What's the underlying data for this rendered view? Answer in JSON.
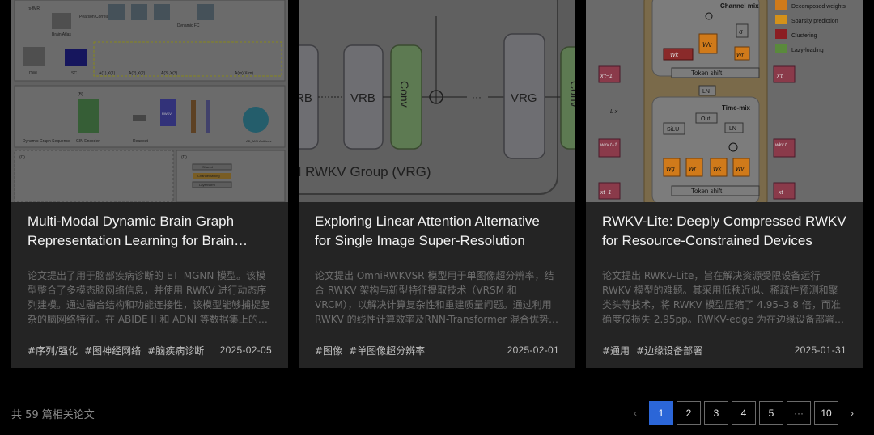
{
  "cards": [
    {
      "title": "Multi-Modal Dynamic Brain Graph Representation Learning for Brain Disorder Diagnosis",
      "abstract": "论文提出了用于脑部疾病诊断的 ET_MGNN 模型。该模型整合了多模态脑网络信息，并使用 RWKV 进行动态序列建模。通过融合结构和功能连接性，该模型能够捕捉复杂的脑网络特征。在 ABIDE II 和 ADNI 等数据集上的实验结果表明其有效性。",
      "tags": [
        "#序列/强化",
        "#图神经网络",
        "#脑疾病诊断"
      ],
      "date": "2025-02-05",
      "figure": {
        "labels": [
          "rs-fMRI",
          "Brain Atlas",
          "Pearson Correlation",
          "Dynamic FC",
          "DWI",
          "SC",
          "A(1),X(1)",
          "A(2),X(2)",
          "A(3),X(3)",
          "A(m),X(m)",
          "(B)",
          "Dynamic Graph Sequence",
          "GIN Encoder",
          "Readout",
          "RWKV",
          "AD_MCI AutLizes",
          "(C)",
          "(D)",
          "Shared",
          "Channel Mixing",
          "LayerNorm"
        ]
      }
    },
    {
      "title": "Exploring Linear Attention Alternative for Single Image Super-Resolution",
      "abstract": "论文提出 OmniRWKVSR 模型用于单图像超分辨率，结合 RWKV 架构与新型特征提取技术（VRSM 和 VRCM），以解决计算复杂性和重建质量问题。通过利用 RWKV 的线性计算效率及RNN-Transformer 混合优势，该模型取得了良好的性能。",
      "tags": [
        "#图像",
        "#单图像超分辨率"
      ],
      "date": "2025-02-01",
      "figure": {
        "labels": [
          "RB",
          "VRB",
          "Conv",
          "···",
          "VRG",
          "Conv",
          "al RWKV Group (VRG)"
        ]
      }
    },
    {
      "title": "RWKV-Lite: Deeply Compressed RWKV for Resource-Constrained Devices",
      "abstract": "论文提出 RWKV-Lite，旨在解决资源受限设备运行 RWKV 模型的难题。其采用低秩近似、稀疏性预测和聚类头等技术，将 RWKV 模型压缩了 4.95–3.8 倍，而准确度仅损失 2.95pp。RWKV-edge 为在边缘设备部署 RWKV 模型提供了方案。",
      "tags": [
        "#通用",
        "#边缘设备部署"
      ],
      "date": "2025-01-31",
      "figure": {
        "legend": [
          {
            "label": "Decomposed weights",
            "color": "#e0741c"
          },
          {
            "label": "Sparsity prediction",
            "color": "#d4911a"
          },
          {
            "label": "Clustering",
            "color": "#8b1e22"
          },
          {
            "label": "Lazy-loading",
            "color": "#5a8a3c"
          }
        ],
        "labels": [
          "Channel mix",
          "Time-mix",
          "Token shift",
          "Token shift",
          "LN",
          "LN",
          "Out",
          "SiLU",
          "L x",
          "σ"
        ],
        "math": [
          "x′t−1",
          "x′t",
          "wkv t−1",
          "wkv t",
          "xt−1",
          "xt",
          "Wk",
          "Wv",
          "Wr",
          "Wg",
          "Wr",
          "Wk",
          "Wv"
        ]
      }
    }
  ],
  "footer": {
    "total": "共 59 篇相关论文",
    "pages": [
      "1",
      "2",
      "3",
      "4",
      "5",
      "···",
      "10"
    ],
    "prev": "‹",
    "next": "›"
  },
  "colors": {
    "active_page": "#2b66d8",
    "card_bg": "#242424"
  }
}
